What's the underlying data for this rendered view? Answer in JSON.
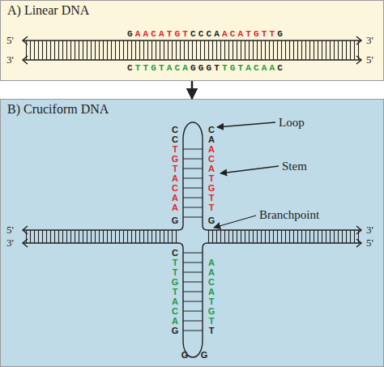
{
  "diagram": {
    "nodes": [
      {
        "text": [
          "A) Linear DNA"
        ]
      },
      {
        "text": [
          "B) Cruciform DNA"
        ]
      }
    ],
    "edges": [
      {
        "from": 0,
        "to": 1,
        "arrow": "to"
      }
    ],
    "labels": [
      "5'",
      "3'",
      "G",
      "AACATGT",
      "CCCA",
      "ACATGTT",
      "G",
      "C",
      "TTGTACA",
      "GGGT",
      "TGTACAA",
      "C",
      "3'",
      "5'",
      "5'",
      "3'",
      "3'",
      "5'",
      "C C",
      "T G T A C A A",
      "G",
      "C A",
      "A C A T G T T",
      "G",
      "C",
      "T T G T A C A",
      "G",
      "G",
      "A A C A T G T",
      "T",
      "G",
      "Loop",
      "Stem",
      "Branchpoint"
    ]
  }
}
